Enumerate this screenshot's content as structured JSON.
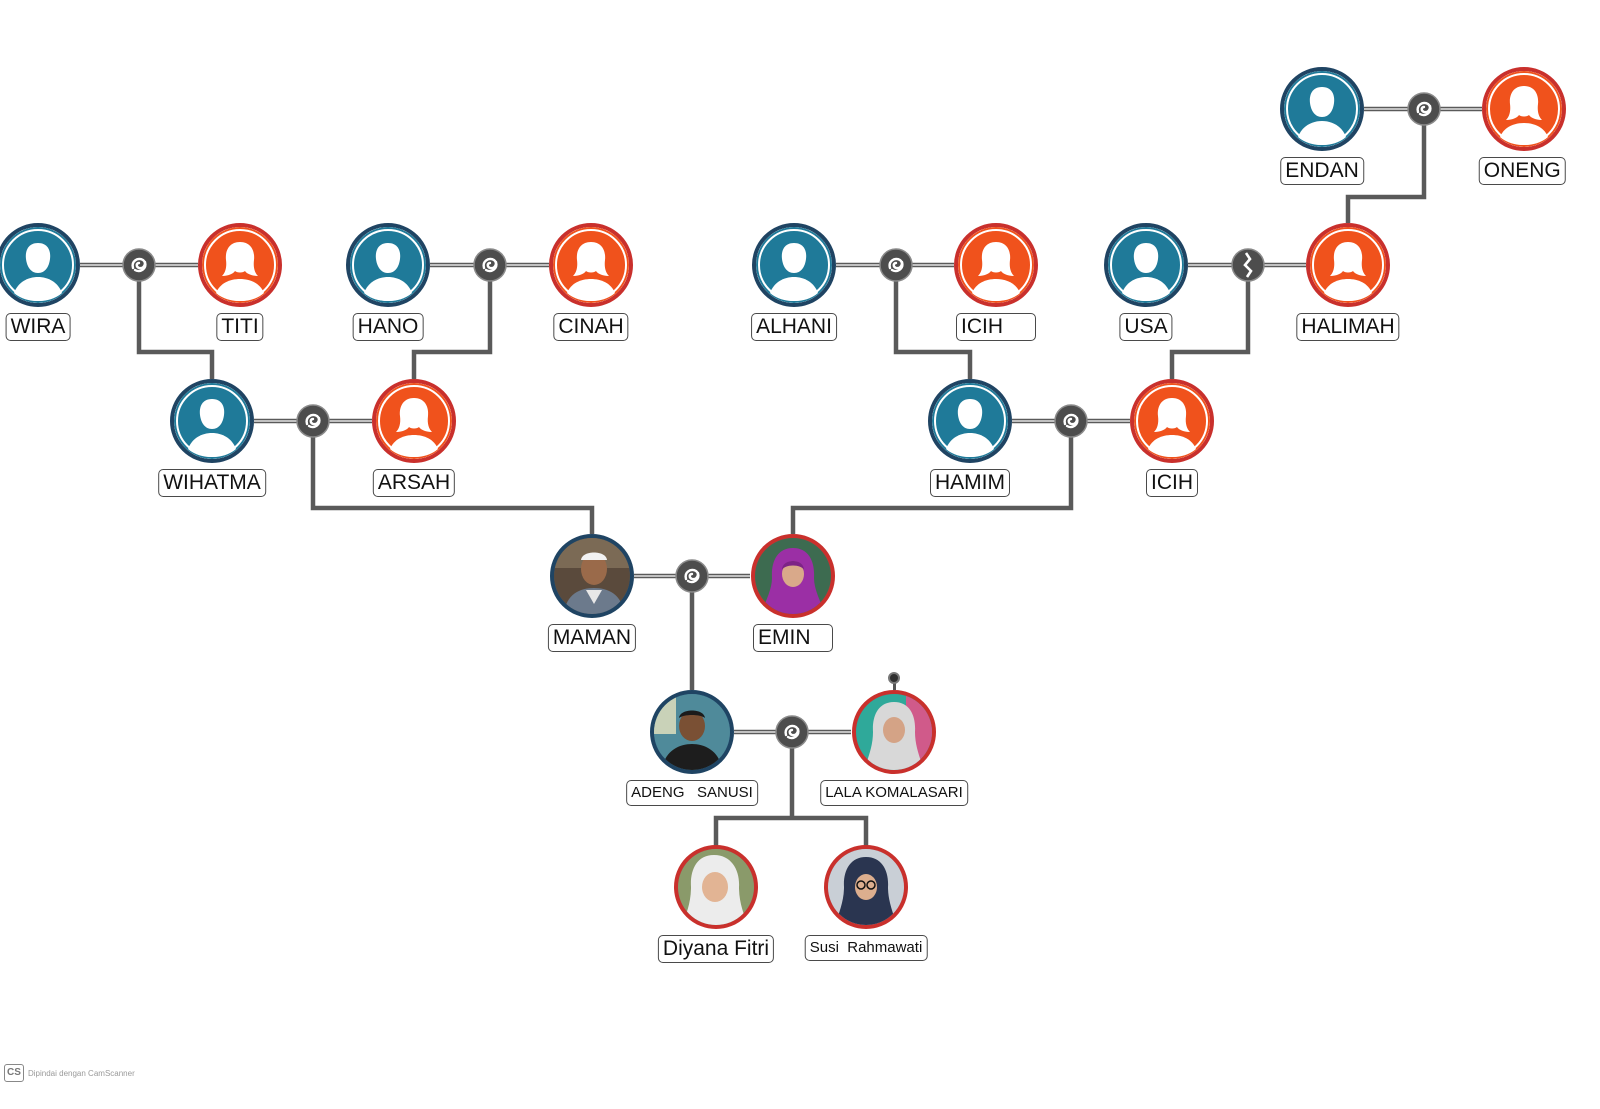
{
  "colors": {
    "male": "#1f7a99",
    "female": "#f0521c",
    "line": "#555555",
    "knot": "#4d4d4d"
  },
  "people": {
    "wira": {
      "name": "WIRA",
      "icon": "male-person-icon"
    },
    "titi": {
      "name": "TITI",
      "icon": "female-person-icon"
    },
    "hano": {
      "name": "HANO",
      "icon": "male-person-icon"
    },
    "cinah": {
      "name": "CINAH",
      "icon": "female-person-icon"
    },
    "alhani": {
      "name": "ALHANI",
      "icon": "male-person-icon"
    },
    "icih1": {
      "name": "ICIH",
      "icon": "female-person-icon"
    },
    "usa": {
      "name": "USA",
      "icon": "male-person-icon"
    },
    "halimah": {
      "name": "HALIMAH",
      "icon": "female-person-icon"
    },
    "endan": {
      "name": "ENDAN",
      "icon": "male-person-icon"
    },
    "oneng": {
      "name": "ONENG",
      "icon": "female-person-icon"
    },
    "wihatma": {
      "name": "WIHATMA",
      "icon": "male-person-icon"
    },
    "arsah": {
      "name": "ARSAH",
      "icon": "female-person-icon"
    },
    "hamim": {
      "name": "HAMIM",
      "icon": "male-person-icon"
    },
    "icih2": {
      "name": "ICIH",
      "icon": "female-person-icon"
    },
    "maman": {
      "name": "MAMAN",
      "icon": "photo-portrait-icon"
    },
    "emin": {
      "name": "EMIN",
      "icon": "photo-portrait-icon"
    },
    "adeng": {
      "name": "ADENG   SANUSI",
      "icon": "photo-portrait-icon"
    },
    "lala": {
      "name": "LALA KOMALASARI",
      "icon": "photo-portrait-icon"
    },
    "diyana": {
      "name": "Diyana Fitri",
      "icon": "photo-portrait-icon"
    },
    "susi": {
      "name": "Susi  Rahmawati",
      "icon": "photo-portrait-icon"
    }
  },
  "unions": {
    "wira_titi": "married-knot-icon",
    "hano_cinah": "married-knot-icon",
    "alhani_icih": "married-knot-icon",
    "usa_halimah": "divorced-knot-icon",
    "endan_oneng": "married-knot-icon",
    "wihatma_arsah": "married-knot-icon",
    "hamim_icih": "married-knot-icon",
    "maman_emin": "married-knot-icon",
    "adeng_lala": "married-knot-icon"
  },
  "watermark": {
    "logo": "CS",
    "text": "Dipindai dengan CamScanner"
  }
}
